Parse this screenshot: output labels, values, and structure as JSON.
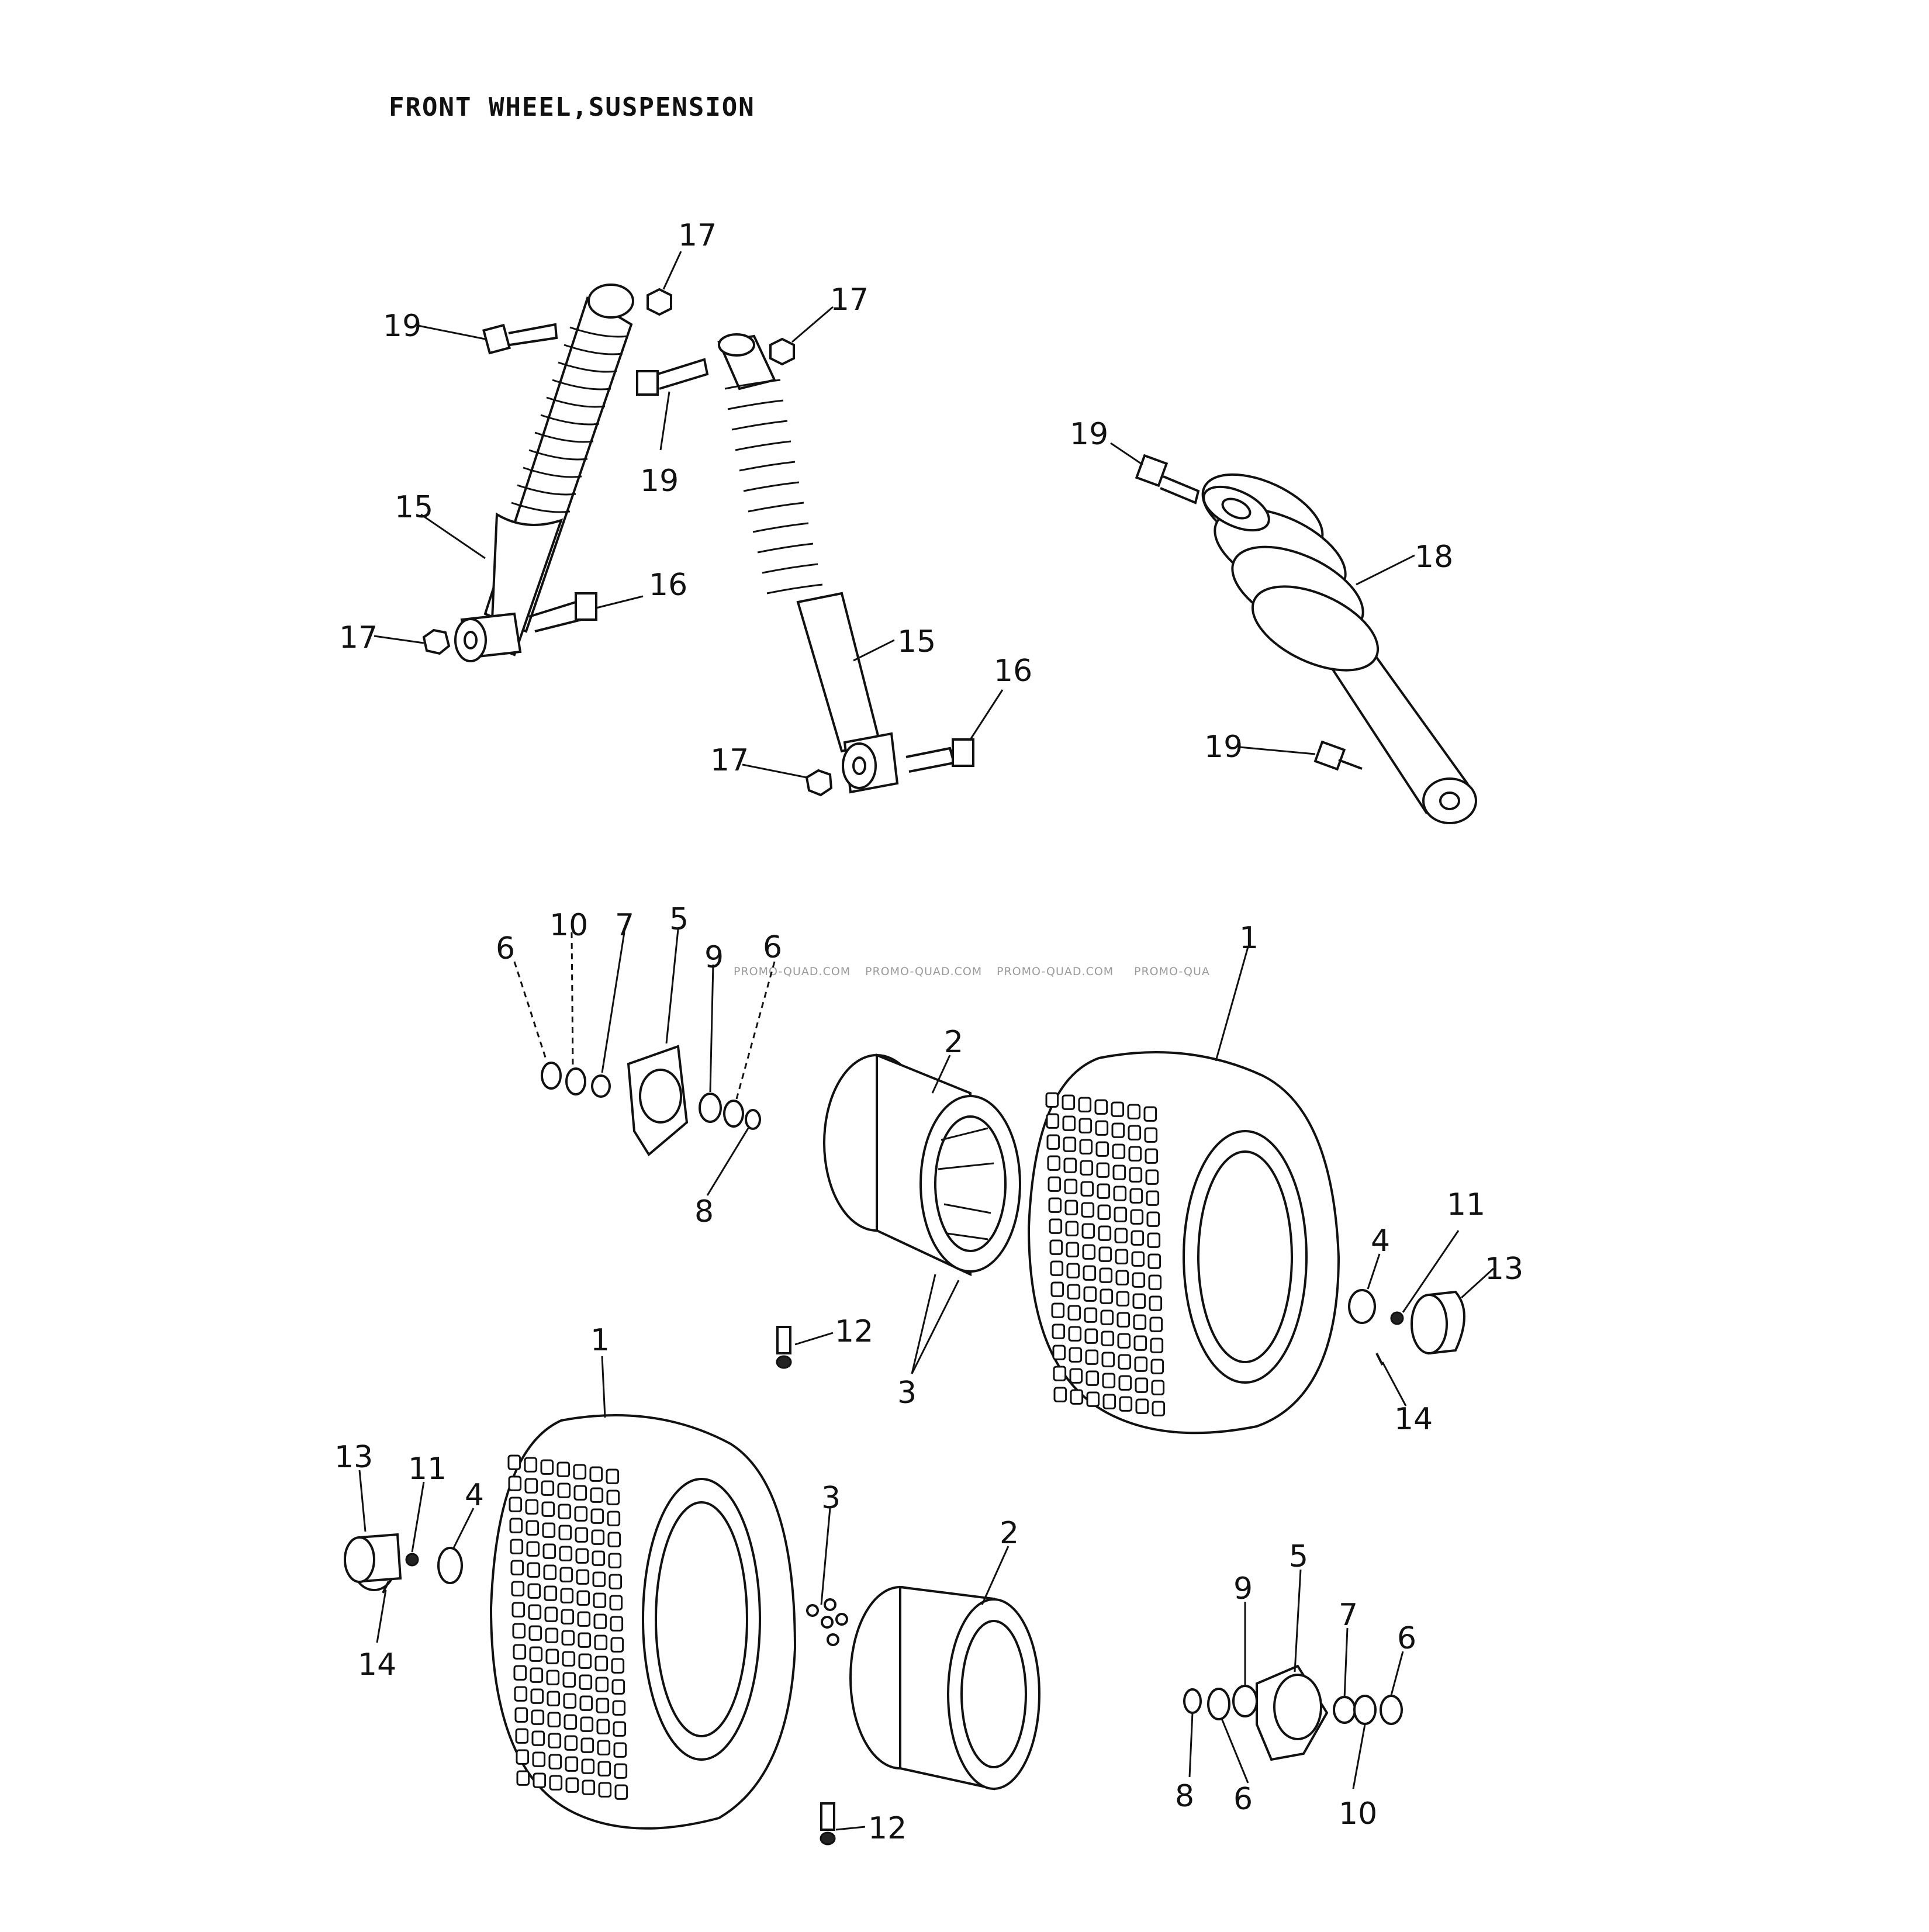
{
  "title": "FRONT WHEEL,SUSPENSION",
  "watermarks": [
    "PROMO-QUAD.COM",
    "PROMO-QUAD.COM",
    "PROMO-QUAD.COM",
    "PROMO-QUA"
  ],
  "callouts": [
    "17",
    "19",
    "17",
    "19",
    "15",
    "16",
    "17",
    "15",
    "16",
    "17",
    "19",
    "18",
    "19",
    "6",
    "10",
    "7",
    "5",
    "9",
    "6",
    "8",
    "2",
    "1",
    "3",
    "12",
    "4",
    "11",
    "13",
    "14",
    "1",
    "13",
    "11",
    "4",
    "14",
    "3",
    "2",
    "12",
    "5",
    "9",
    "7",
    "6",
    "8",
    "6",
    "10"
  ]
}
